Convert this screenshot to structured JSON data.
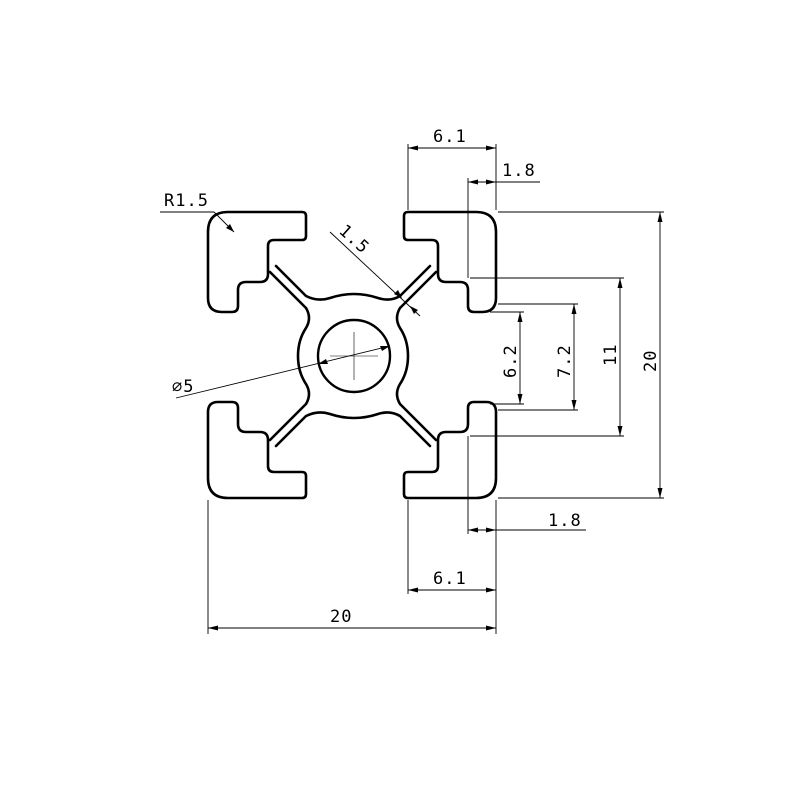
{
  "drawing": {
    "labels": {
      "top_slot_width": "6.1",
      "top_lip_thickness": "1.8",
      "corner_radius": "R1.5",
      "wall_thickness": "1.5",
      "bore_diameter": "⌀5",
      "slot_opening": "6.2",
      "slot_lip_span": "7.2",
      "slot_depth_span": "11",
      "overall_height": "20",
      "bottom_lip_thickness": "1.8",
      "bottom_slot_width": "6.1",
      "overall_width": "20"
    }
  }
}
